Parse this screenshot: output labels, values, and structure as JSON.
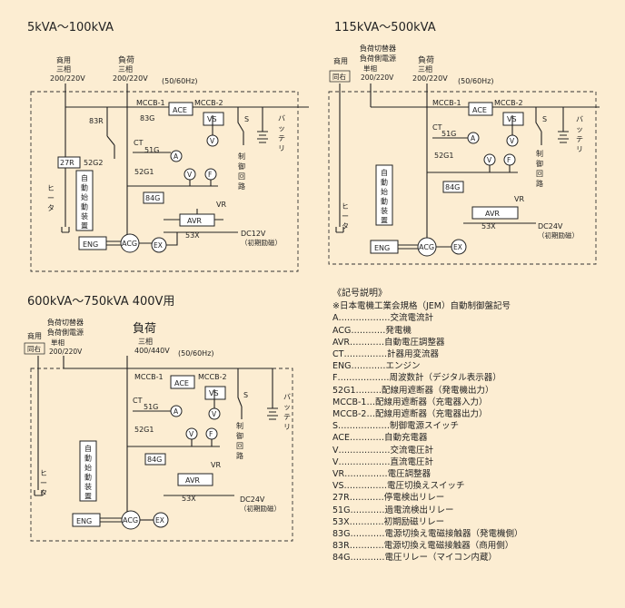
{
  "diagram1": {
    "title": "5kVA～100kVA",
    "source_label": "商用",
    "source_phase": "三相",
    "source_voltage": "200/220V",
    "load_label": "負荷",
    "load_phase": "三相",
    "load_voltage": "200/220V",
    "frequency": "(50/60Hz)",
    "dc_label": "DC12V",
    "dc_note": "（初期励磁）",
    "auto_start_panel": [
      "自",
      "動",
      "始",
      "動",
      "装",
      "置"
    ],
    "heater": [
      "ヒ",
      "ー",
      "タ"
    ],
    "battery": [
      "バ",
      "ッ",
      "テ",
      "リ"
    ],
    "control_circuit": [
      "制",
      "御",
      "回",
      "路"
    ]
  },
  "diagram2": {
    "title": "115kVA～500kVA",
    "source_label": "商用",
    "source_sub": "同右",
    "switch_label_1": "負荷切替器",
    "switch_label_2": "負荷側電源",
    "switch_phase": "単相",
    "switch_voltage": "200/220V",
    "load_label": "負荷",
    "load_phase": "三相",
    "load_voltage": "200/220V",
    "frequency": "(50/60Hz)",
    "dc_label": "DC24V",
    "dc_note": "（初期励磁）",
    "auto_start_panel": [
      "自",
      "動",
      "始",
      "動",
      "装",
      "置"
    ],
    "heater": [
      "ヒ",
      "ー",
      "タ"
    ],
    "battery": [
      "バ",
      "ッ",
      "テ",
      "リ"
    ],
    "control_circuit": [
      "制",
      "御",
      "回",
      "路"
    ]
  },
  "diagram3": {
    "title": "600kVA～750kVA 400V用",
    "source_label": "商用",
    "source_sub": "同右",
    "switch_label_1": "負荷切替器",
    "switch_label_2": "負荷側電源",
    "switch_phase": "単相",
    "switch_voltage": "200/220V",
    "load_label": "負荷",
    "load_phase": "三相",
    "load_voltage": "400/440V",
    "frequency": "(50/60Hz)",
    "dc_label": "DC24V",
    "dc_note": "（初期励磁）",
    "auto_start_panel": [
      "自",
      "動",
      "始",
      "動",
      "装",
      "置"
    ],
    "heater": [
      "ヒ",
      "ー",
      "タ"
    ],
    "battery": [
      "バ",
      "ッ",
      "テ",
      "リ"
    ],
    "control_circuit": [
      "制",
      "御",
      "回",
      "路"
    ]
  },
  "components": {
    "mccb1": "MCCB-1",
    "mccb2": "MCCB-2",
    "ace": "ACE",
    "vs": "VS",
    "s": "S",
    "ct": "CT",
    "g51": "51G",
    "g52_2": "52G2",
    "g52_1": "52G1",
    "r27": "27R",
    "r83": "83R",
    "g83": "83G",
    "g84": "84G",
    "avr": "AVR",
    "vr": "VR",
    "x53": "53X",
    "eng": "ENG",
    "acg": "ACG",
    "ex": "EX",
    "a": "A",
    "v": "V",
    "f": "F"
  },
  "legend": {
    "title": "《記号説明》",
    "note": "※日本電機工業会規格（JEM）自動制御盤記号",
    "items": [
      {
        "code": "A",
        "dots": "………………",
        "desc": "交流電流計"
      },
      {
        "code": "ACG",
        "dots": "…………",
        "desc": "発電機"
      },
      {
        "code": "AVR",
        "dots": "…………",
        "desc": "自動電圧調整器"
      },
      {
        "code": "CT",
        "dots": "……………",
        "desc": "計器用変流器"
      },
      {
        "code": "ENG",
        "dots": "…………",
        "desc": "エンジン"
      },
      {
        "code": "F",
        "dots": "………………",
        "desc": "周波数計（デジタル表示器）"
      },
      {
        "code": "52G1",
        "dots": "………",
        "desc": "配線用遮断器（発電機出力）"
      },
      {
        "code": "MCCB-1",
        "dots": "…",
        "desc": "配線用遮断器（充電器入力）"
      },
      {
        "code": "MCCB-2",
        "dots": "…",
        "desc": "配線用遮断器（充電器出力）"
      },
      {
        "code": "S",
        "dots": "………………",
        "desc": "制御電源スイッチ"
      },
      {
        "code": "ACE",
        "dots": "…………",
        "desc": "自動充電器"
      },
      {
        "code": "V",
        "dots": "………………",
        "desc": "交流電圧計"
      },
      {
        "code": "V",
        "dots": "………………",
        "desc": "直流電圧計"
      },
      {
        "code": "VR",
        "dots": "……………",
        "desc": "電圧調整器"
      },
      {
        "code": "VS",
        "dots": "……………",
        "desc": "電圧切換えスイッチ"
      },
      {
        "code": "27R",
        "dots": "…………",
        "desc": "停電検出リレー"
      },
      {
        "code": "51G",
        "dots": "…………",
        "desc": "過電流検出リレー"
      },
      {
        "code": "53X",
        "dots": "…………",
        "desc": "初期励磁リレー"
      },
      {
        "code": "83G",
        "dots": "…………",
        "desc": "電源切換え電磁接触器（発電機側）"
      },
      {
        "code": "83R",
        "dots": "…………",
        "desc": "電源切換え電磁接触器（商用側）"
      },
      {
        "code": "84G",
        "dots": "…………",
        "desc": "電圧リレー（マイコン内蔵）"
      }
    ]
  }
}
